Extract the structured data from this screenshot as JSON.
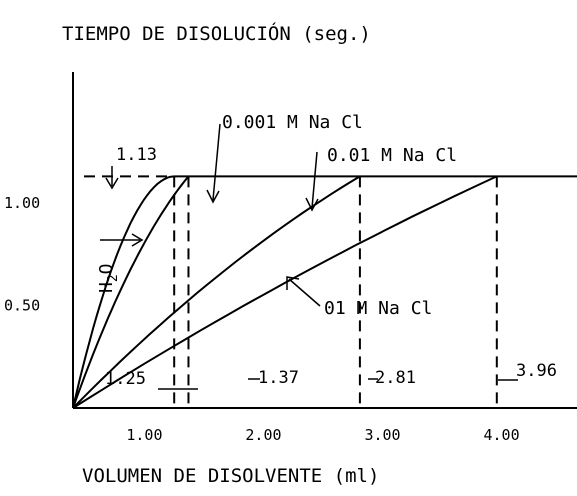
{
  "chart_data": {
    "type": "line",
    "title": "TIEMPO DE DISOLUCIÓN (seg.)",
    "xlabel": "VOLUMEN DE DISOLVENTE (ml)",
    "ylabel": "",
    "xlim": [
      0.4,
      4.6
    ],
    "ylim": [
      0,
      1.6
    ],
    "grid": false,
    "x_ticks": [
      {
        "value": 1.0,
        "label": "1.00"
      },
      {
        "value": 2.0,
        "label": "2.00"
      },
      {
        "value": 3.0,
        "label": "3.00"
      },
      {
        "value": 4.0,
        "label": "4.00"
      }
    ],
    "y_ticks": [
      {
        "value": 0.5,
        "label": "0.50"
      },
      {
        "value": 1.0,
        "label": "1.00"
      }
    ],
    "plateau": {
      "y": 1.13,
      "label": "1.13"
    },
    "series": [
      {
        "name": "H2O",
        "label_main": "H",
        "label_sub": "2",
        "label_tail": "O",
        "end_x": 1.25,
        "end_label": "1.25"
      },
      {
        "name": "0.001 M Na Cl",
        "end_x": 1.37,
        "end_label": "1.37"
      },
      {
        "name": "0.01 M Na Cl",
        "end_x": 2.81,
        "end_label": "2.81"
      },
      {
        "name": "01 M Na Cl",
        "end_x": 3.96,
        "end_label": "3.96"
      }
    ],
    "colors": {
      "line": "#000000",
      "background": "#ffffff"
    }
  }
}
